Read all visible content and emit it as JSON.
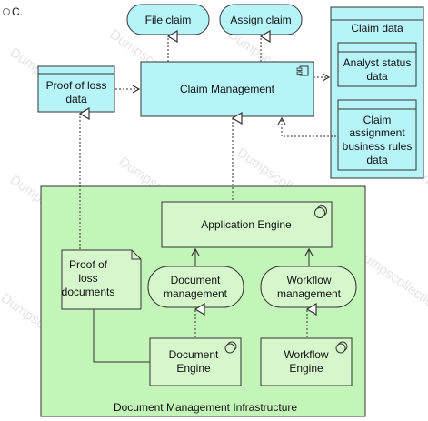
{
  "option_label": "C.",
  "nodes": {
    "file_claim": "File claim",
    "assign_claim": "Assign claim",
    "claim_data": "Claim data",
    "analyst_status": [
      "Analyst status",
      "data"
    ],
    "assignment_rules": [
      "Claim",
      "assignment",
      "business rules",
      "data"
    ],
    "proof_of_loss_data": [
      "Proof of loss",
      "data"
    ],
    "claim_management": "Claim Management",
    "application_engine": "Application Engine",
    "proof_of_loss_documents": [
      "Proof of",
      "loss",
      "documents"
    ],
    "document_management": [
      "Document",
      "management"
    ],
    "workflow_management": [
      "Workflow",
      "management"
    ],
    "document_engine": [
      "Document",
      "Engine"
    ],
    "workflow_engine": [
      "Workflow",
      "Engine"
    ],
    "infrastructure": "Document Management Infrastructure"
  },
  "watermark": "Dumpscollection",
  "colors": {
    "cyan": "#b6f4f8",
    "cyan_dark": "#9fe8ee",
    "green": "#c4f5b8",
    "green_inner": "#d6f7cc",
    "line": "#333333"
  }
}
